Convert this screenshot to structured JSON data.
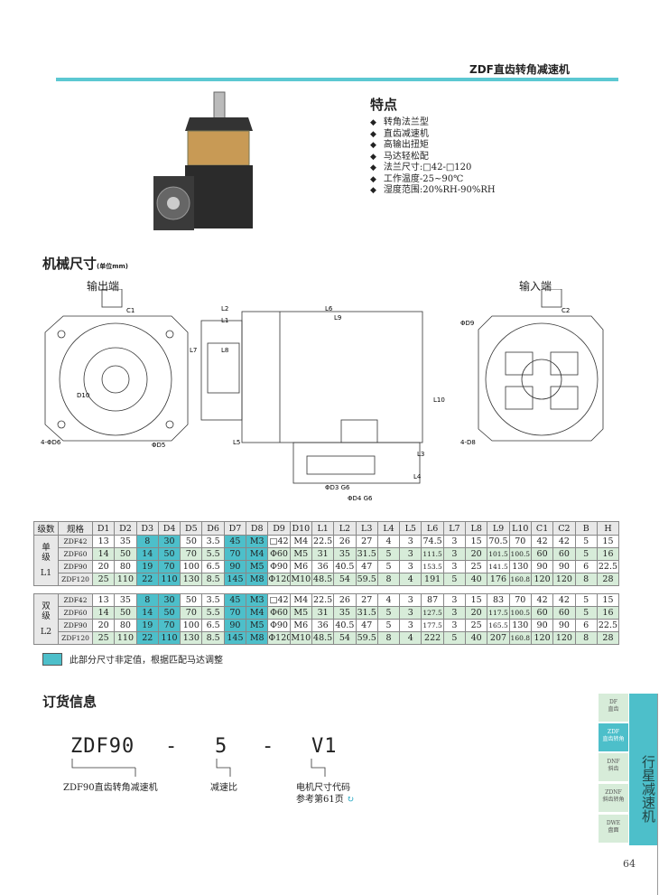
{
  "header": {
    "title": "ZDF直齿转角减速机"
  },
  "features": {
    "title": "特点",
    "items": [
      "转角法兰型",
      "直齿减速机",
      "高输出扭矩",
      "马达轻松配",
      "法兰尺寸:□42-□120",
      "工作温度-25~90℃",
      "湿度范围:20%RH-90%RH"
    ]
  },
  "dimensions": {
    "title": "机械尺寸",
    "unit": "(单位mm)",
    "output_end": "输出端",
    "input_end": "输入端",
    "labels": {
      "c1": "C1",
      "c2": "C2",
      "l1": "L1",
      "l2": "L2",
      "l5": "L5",
      "l6": "L6",
      "l7": "L7",
      "l8": "L8",
      "l9": "L9",
      "l10": "L10",
      "l3": "L3",
      "l4": "L4",
      "d3": "ΦD3 G6",
      "d4": "ΦD4 G6",
      "d8": "4-D8",
      "d6": "4-ΦD6",
      "d10": "D10",
      "d5": "ΦD5",
      "d9": "ΦD9"
    }
  },
  "table": {
    "headers": [
      "级数",
      "规格",
      "D1",
      "D2",
      "D3",
      "D4",
      "D5",
      "D6",
      "D7",
      "D8",
      "D9",
      "D10",
      "L1",
      "L2",
      "L3",
      "L4",
      "L5",
      "L6",
      "L7",
      "L8",
      "L9",
      "L10",
      "C1",
      "C2",
      "B",
      "H"
    ],
    "groups": [
      {
        "label": "单级",
        "sub": "L1",
        "rows": [
          [
            "ZDF42",
            "13",
            "35",
            "8",
            "30",
            "50",
            "3.5",
            "45",
            "M3",
            "□42",
            "M4",
            "22.5",
            "26",
            "27",
            "4",
            "3",
            "74.5",
            "3",
            "15",
            "70.5",
            "70",
            "42",
            "42",
            "5",
            "15"
          ],
          [
            "ZDF60",
            "14",
            "50",
            "14",
            "50",
            "70",
            "5.5",
            "70",
            "M4",
            "Φ60",
            "M5",
            "31",
            "35",
            "31.5",
            "5",
            "3",
            "111.5",
            "3",
            "20",
            "101.5",
            "100.5",
            "60",
            "60",
            "5",
            "16"
          ],
          [
            "ZDF90",
            "20",
            "80",
            "19",
            "70",
            "100",
            "6.5",
            "90",
            "M5",
            "Φ90",
            "M6",
            "36",
            "40.5",
            "47",
            "5",
            "3",
            "153.5",
            "3",
            "25",
            "141.5",
            "130",
            "90",
            "90",
            "6",
            "22.5"
          ],
          [
            "ZDF120",
            "25",
            "110",
            "22",
            "110",
            "130",
            "8.5",
            "145",
            "M8",
            "Φ120",
            "M10",
            "48.5",
            "54",
            "59.5",
            "8",
            "4",
            "191",
            "5",
            "40",
            "176",
            "160.8",
            "120",
            "120",
            "8",
            "28"
          ]
        ]
      },
      {
        "label": "双级",
        "sub": "L2",
        "rows": [
          [
            "ZDF42",
            "13",
            "35",
            "8",
            "30",
            "50",
            "3.5",
            "45",
            "M3",
            "□42",
            "M4",
            "22.5",
            "26",
            "27",
            "4",
            "3",
            "87",
            "3",
            "15",
            "83",
            "70",
            "42",
            "42",
            "5",
            "15"
          ],
          [
            "ZDF60",
            "14",
            "50",
            "14",
            "50",
            "70",
            "5.5",
            "70",
            "M4",
            "Φ60",
            "M5",
            "31",
            "35",
            "31.5",
            "5",
            "3",
            "127.5",
            "3",
            "20",
            "117.5",
            "100.5",
            "60",
            "60",
            "5",
            "16"
          ],
          [
            "ZDF90",
            "20",
            "80",
            "19",
            "70",
            "100",
            "6.5",
            "90",
            "M5",
            "Φ90",
            "M6",
            "36",
            "40.5",
            "47",
            "5",
            "3",
            "177.5",
            "3",
            "25",
            "165.5",
            "130",
            "90",
            "90",
            "6",
            "22.5"
          ],
          [
            "ZDF120",
            "25",
            "110",
            "22",
            "110",
            "130",
            "8.5",
            "145",
            "M8",
            "Φ120",
            "M10",
            "48.5",
            "54",
            "59.5",
            "8",
            "4",
            "222",
            "5",
            "40",
            "207",
            "160.8",
            "120",
            "120",
            "8",
            "28"
          ]
        ]
      }
    ],
    "legend": "此部分尺寸非定值，根据匹配马达调整"
  },
  "order": {
    "title": "订货信息",
    "code1": "ZDF90",
    "dash": "-",
    "code2": "5",
    "code3": "V1",
    "label1": "ZDF90直齿转角减速机",
    "label2": "减速比",
    "label3a": "电机尺寸代码",
    "label3b": "参考第61页"
  },
  "sidebar": {
    "main": "行星减速机",
    "items": [
      {
        "code": "DF",
        "name": "直齿"
      },
      {
        "code": "ZDF",
        "name": "直齿转角"
      },
      {
        "code": "DNF",
        "name": "斜齿"
      },
      {
        "code": "ZDNF",
        "name": "斜齿转角"
      },
      {
        "code": "DWE",
        "name": "盘面"
      }
    ]
  },
  "page_number": "64",
  "colors": {
    "accent": "#4dbfca",
    "light": "#d7ecd9"
  }
}
